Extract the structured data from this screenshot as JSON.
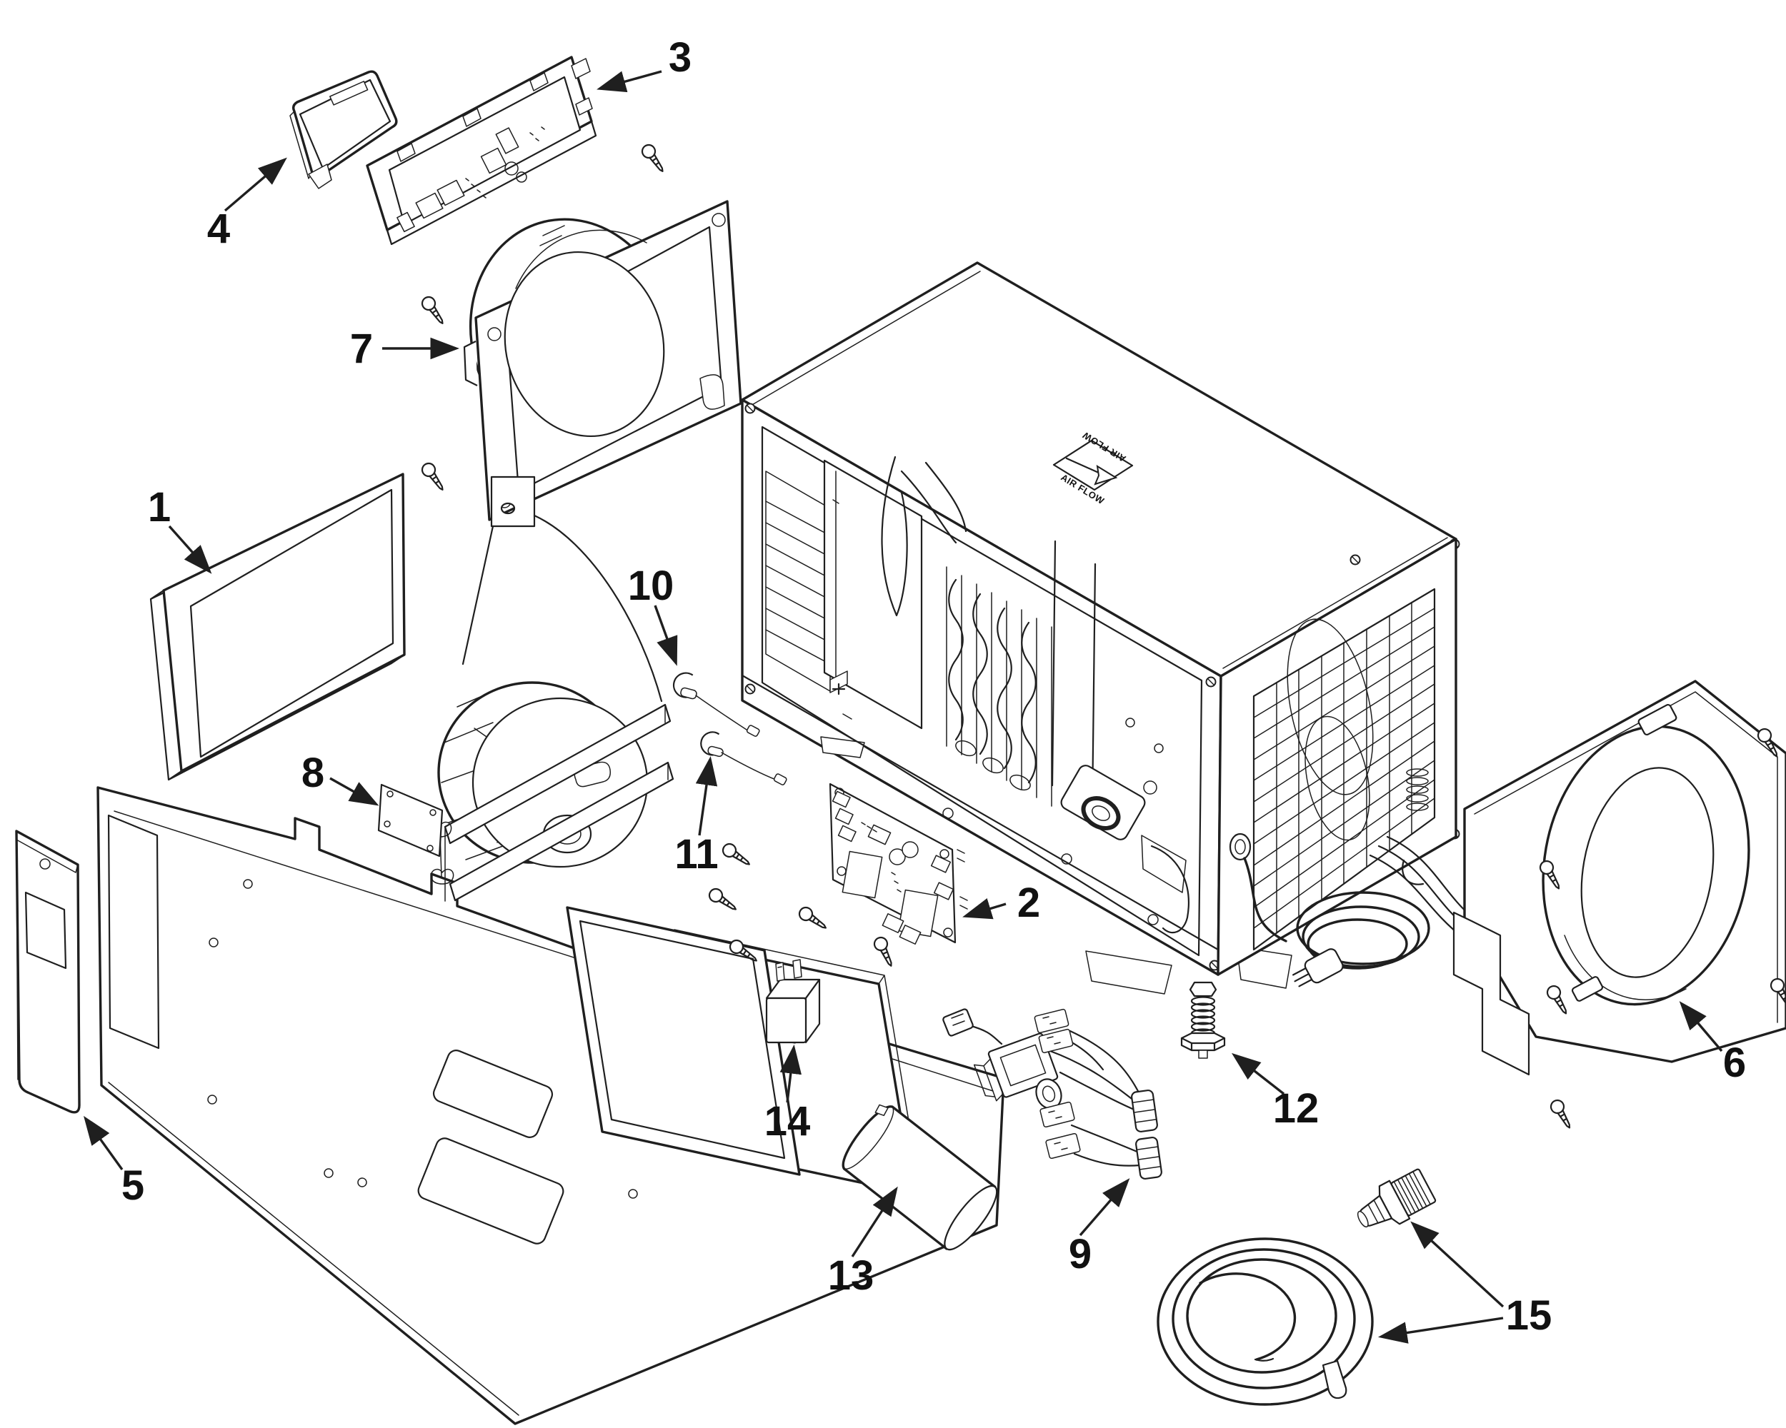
{
  "diagram": {
    "background_color": "#ffffff",
    "line_color": "#1f1f1f",
    "airflow_badge": {
      "text_top": "AIR FLOW",
      "text_bottom": "AIR FLOW"
    },
    "callouts": [
      {
        "number": "1"
      },
      {
        "number": "2"
      },
      {
        "number": "3"
      },
      {
        "number": "4"
      },
      {
        "number": "5"
      },
      {
        "number": "6"
      },
      {
        "number": "7"
      },
      {
        "number": "8"
      },
      {
        "number": "9"
      },
      {
        "number": "10"
      },
      {
        "number": "11"
      },
      {
        "number": "12"
      },
      {
        "number": "13"
      },
      {
        "number": "14"
      },
      {
        "number": "15"
      }
    ]
  }
}
